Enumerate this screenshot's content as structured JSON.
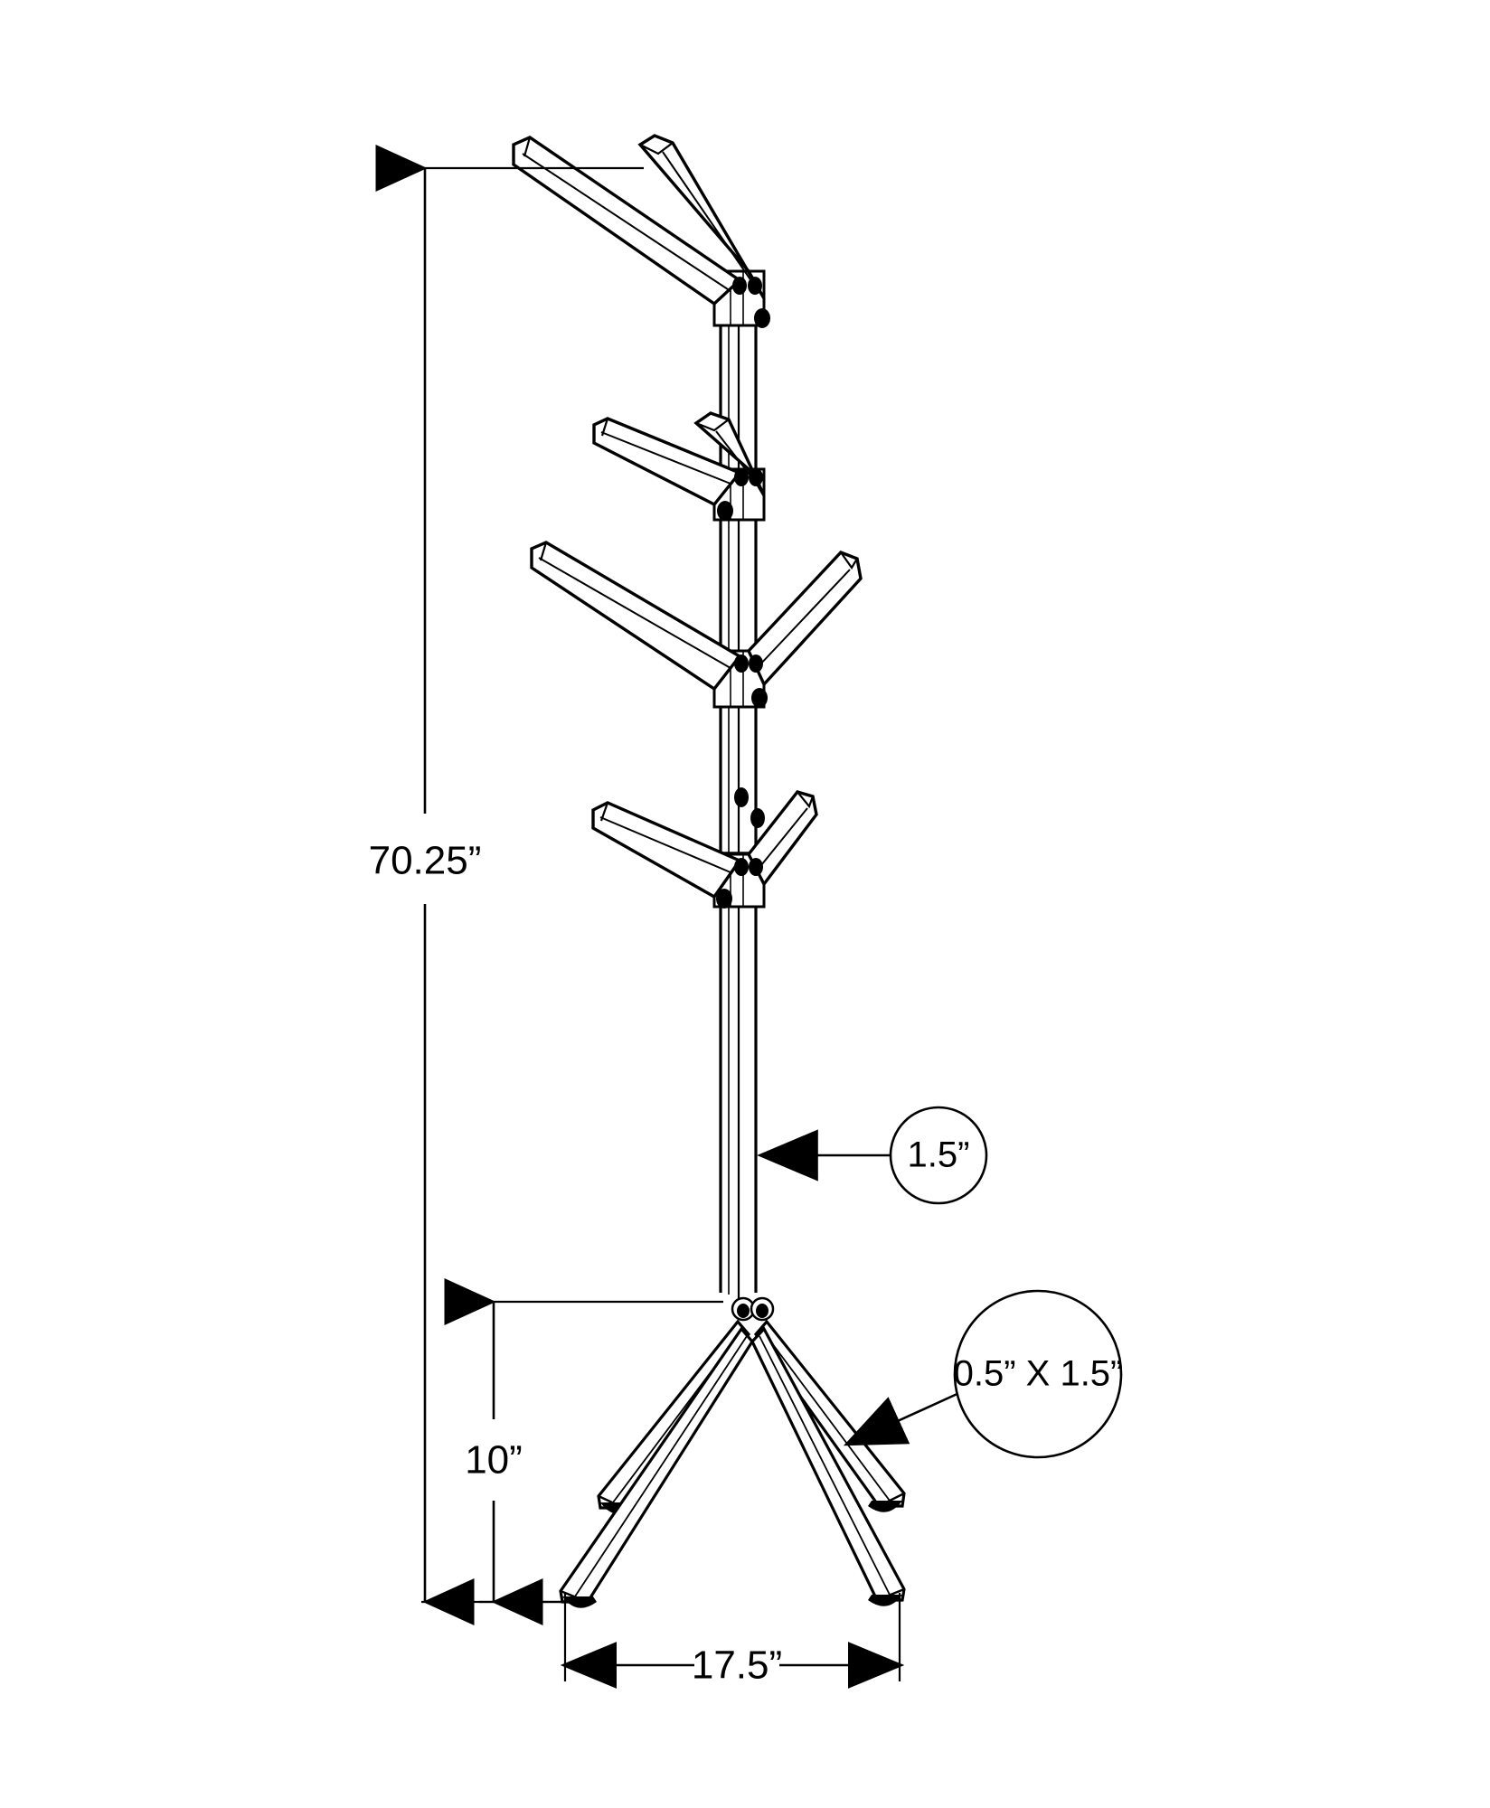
{
  "drawing": {
    "type": "technical-dimension-drawing",
    "subject": "coat rack / hall tree",
    "background_color": "#ffffff",
    "line_color": "#000000",
    "units": "inches"
  },
  "dimensions": {
    "overall_height": {
      "label": "70.25”",
      "name": "overall-height",
      "orientation": "vertical",
      "position": "left"
    },
    "base_leg_height": {
      "label": "10”",
      "name": "base-leg-height",
      "orientation": "vertical",
      "position": "left-inner"
    },
    "base_width": {
      "label": "17.5”",
      "name": "base-width",
      "orientation": "horizontal",
      "position": "bottom"
    }
  },
  "callouts": [
    {
      "name": "post-thickness-callout",
      "label": "1.5”",
      "shape": "circle",
      "points_to": "center post"
    },
    {
      "name": "leg-profile-callout",
      "label": "0.5” X 1.5”",
      "shape": "circle",
      "points_to": "base leg"
    }
  ],
  "structure": {
    "hook_levels": 4,
    "hooks_per_level": 2,
    "base_legs": 4,
    "post_segments": 5
  }
}
